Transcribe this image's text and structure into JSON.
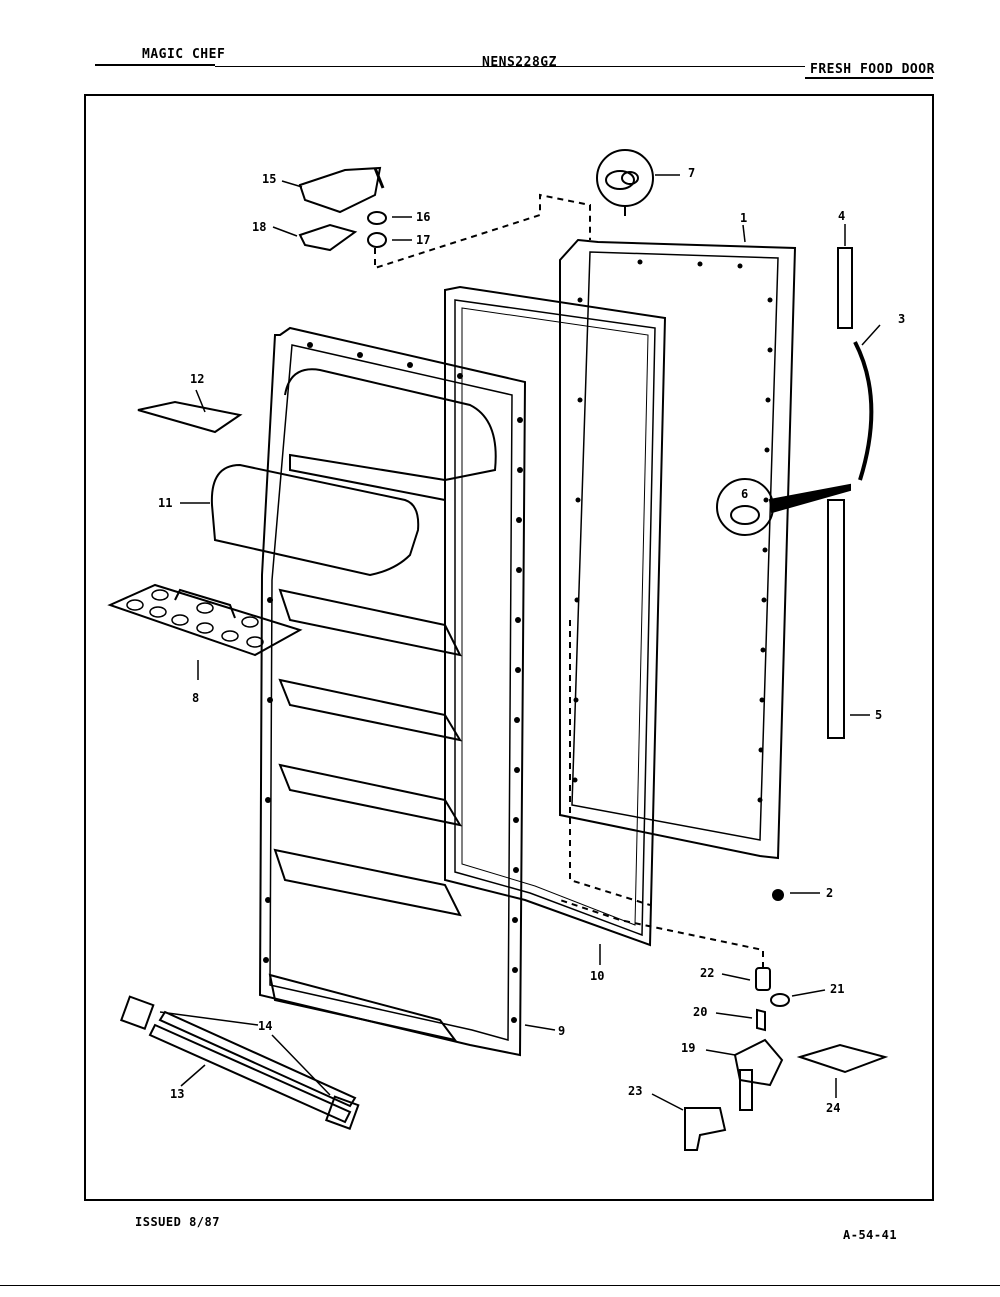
{
  "header": {
    "brand": "MAGIC CHEF",
    "model": "NENS228GZ",
    "section": "FRESH FOOD DOOR"
  },
  "footer": {
    "issued": "ISSUED 8/87",
    "code": "A-54-41"
  },
  "parts": [
    "1",
    "2",
    "3",
    "4",
    "5",
    "6",
    "7",
    "8",
    "9",
    "10",
    "11",
    "12",
    "13",
    "14",
    "15",
    "16",
    "17",
    "18",
    "19",
    "20",
    "21",
    "22",
    "23",
    "24"
  ]
}
